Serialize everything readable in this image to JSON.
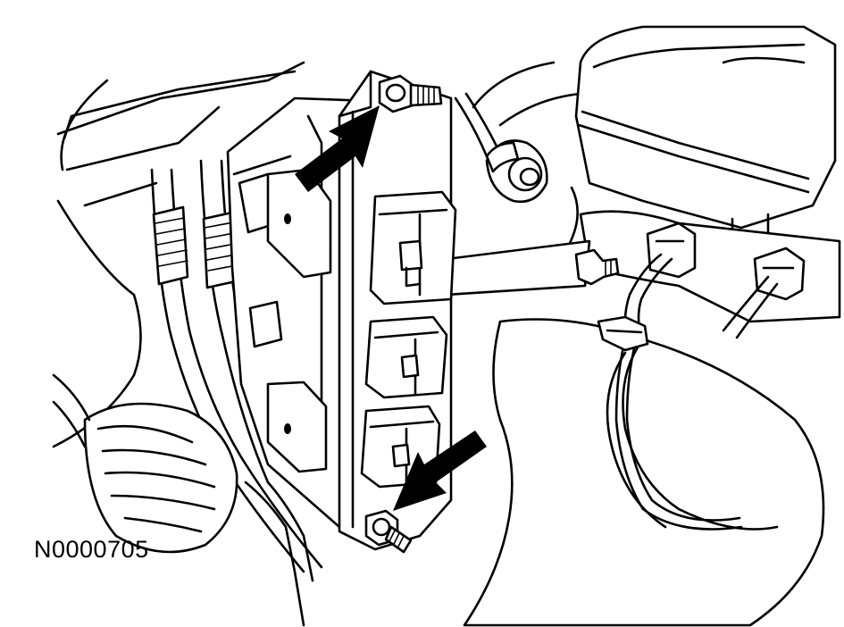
{
  "figure": {
    "id_label": "N0000705"
  },
  "callouts": [
    {
      "name": "upper-bolt-arrow",
      "points_to": "upper-mounting-bolt"
    },
    {
      "name": "lower-bolt-arrow",
      "points_to": "lower-mounting-bolt"
    }
  ],
  "colors": {
    "line": "#000000",
    "background": "#ffffff"
  }
}
